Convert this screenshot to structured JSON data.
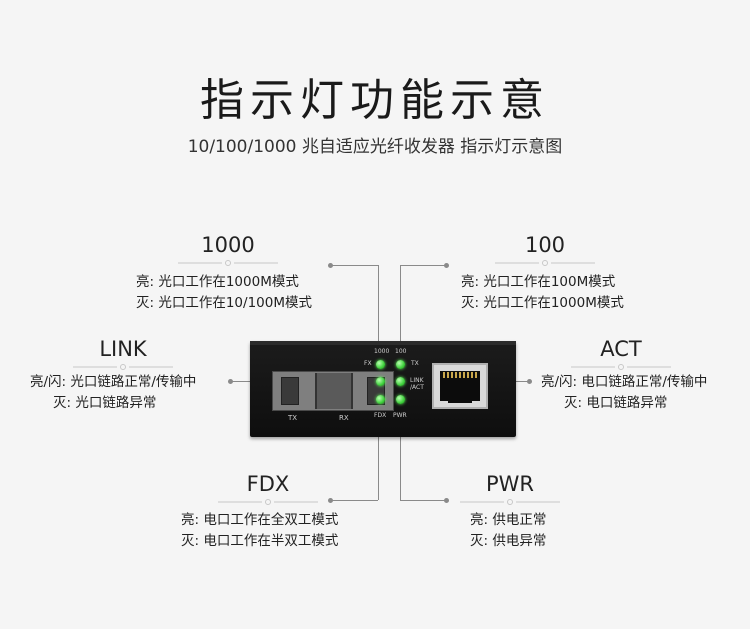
{
  "title": "指示灯功能示意",
  "subtitle": "10/100/1000 兆自适应光纤收发器 指示灯示意图",
  "indicators": {
    "g1000": {
      "name": "1000",
      "lines": [
        "亮: 光口工作在1000M模式",
        "灭: 光口工作在10/100M模式"
      ]
    },
    "g100": {
      "name": "100",
      "lines": [
        "亮: 光口工作在100M模式",
        "灭: 光口工作在1000M模式"
      ]
    },
    "link": {
      "name": "LINK",
      "lines": [
        "亮/闪: 光口链路正常/传输中",
        "灭: 光口链路异常"
      ]
    },
    "act": {
      "name": "ACT",
      "lines": [
        "亮/闪: 电口链路正常/传输中",
        "灭: 电口链路异常"
      ]
    },
    "fdx": {
      "name": "FDX",
      "lines": [
        "亮: 电口工作在全双工模式",
        "灭: 电口工作在半双工模式"
      ]
    },
    "pwr": {
      "name": "PWR",
      "lines": [
        "亮: 供电正常",
        "灭: 供电异常"
      ]
    }
  },
  "device": {
    "port_tx": "TX",
    "port_rx": "RX",
    "led_1000": "1000",
    "led_100": "100",
    "led_fx": "FX",
    "led_tx": "TX",
    "led_link": "LINK",
    "led_act": "/ACT",
    "led_fdx": "FDX",
    "led_pwr": "PWR"
  },
  "colors": {
    "background": "#f5f5f5",
    "leader_line": "#8a8a8a",
    "led": "#3dcf3a",
    "device_body": "#161616"
  }
}
